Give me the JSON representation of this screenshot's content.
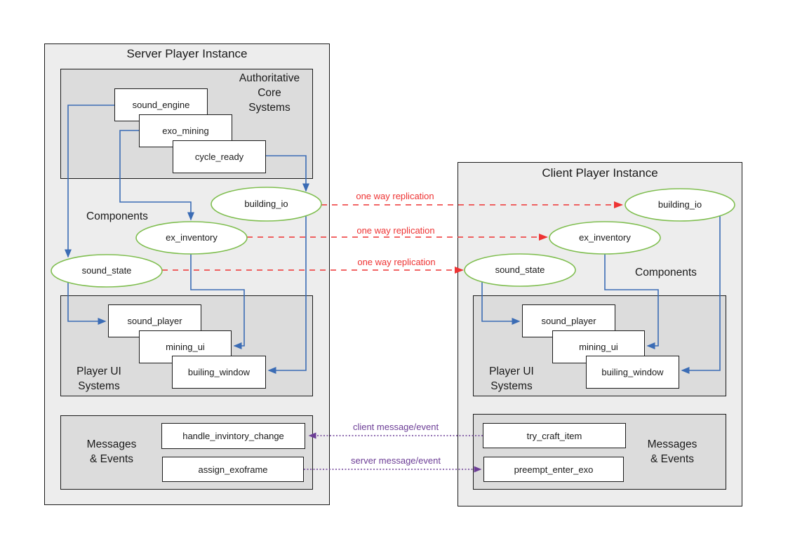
{
  "colors": {
    "blue": "#3b6cb5",
    "red": "#ee3333",
    "purple": "#6c3d96",
    "green": "#7fbe4f",
    "outerFill": "#ededed",
    "innerFill": "#dcdcdc",
    "nodeFill": "#ffffff",
    "ink": "#1a1a1a"
  },
  "server": {
    "title": "Server Player Instance",
    "core_label_lines": [
      "Authoritative",
      "Core",
      "Systems"
    ],
    "components_label": "Components",
    "ui_label_lines": [
      "Player UI",
      "Systems"
    ],
    "messages_label_lines": [
      "Messages",
      "& Events"
    ],
    "core_nodes": [
      "sound_engine",
      "exo_mining",
      "cycle_ready"
    ],
    "components": [
      "building_io",
      "ex_inventory",
      "sound_state"
    ],
    "ui_nodes": [
      "sound_player",
      "mining_ui",
      "builing_window"
    ],
    "message_nodes": [
      "handle_invintory_change",
      "assign_exoframe"
    ]
  },
  "client": {
    "title": "Client Player Instance",
    "components_label": "Components",
    "ui_label_lines": [
      "Player UI",
      "Systems"
    ],
    "messages_label_lines": [
      "Messages",
      "& Events"
    ],
    "components": [
      "building_io",
      "ex_inventory",
      "sound_state"
    ],
    "ui_nodes": [
      "sound_player",
      "mining_ui",
      "builing_window"
    ],
    "message_nodes": [
      "try_craft_item",
      "preempt_enter_exo"
    ]
  },
  "edges": {
    "replication_labels": [
      "one way replication",
      "one way replication",
      "one way replication"
    ],
    "client_message_label": "client message/event",
    "server_message_label": "server message/event"
  }
}
